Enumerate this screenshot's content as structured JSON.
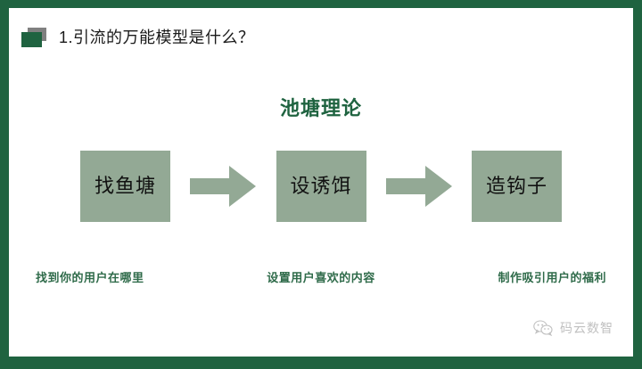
{
  "slide": {
    "frame_color": "#1f6340",
    "background": "#ffffff"
  },
  "header": {
    "bullet_icon": "square-bullet-icon",
    "title": "1.引流的万能模型是什么？"
  },
  "section": {
    "title": "池塘理论",
    "title_color": "#1f6340"
  },
  "flow": {
    "box_fill": "#93a995",
    "arrow_fill": "#93a995",
    "steps": [
      {
        "label": "找鱼塘",
        "caption": "找到你的用户在哪里"
      },
      {
        "label": "设诱饵",
        "caption": "设置用户喜欢的内容"
      },
      {
        "label": "造钩子",
        "caption": "制作吸引用户的福利"
      }
    ],
    "arrows": [
      {
        "name": "arrow-right-1"
      },
      {
        "name": "arrow-right-2"
      }
    ]
  },
  "watermark": {
    "icon": "wechat-icon",
    "text": "码云数智"
  }
}
